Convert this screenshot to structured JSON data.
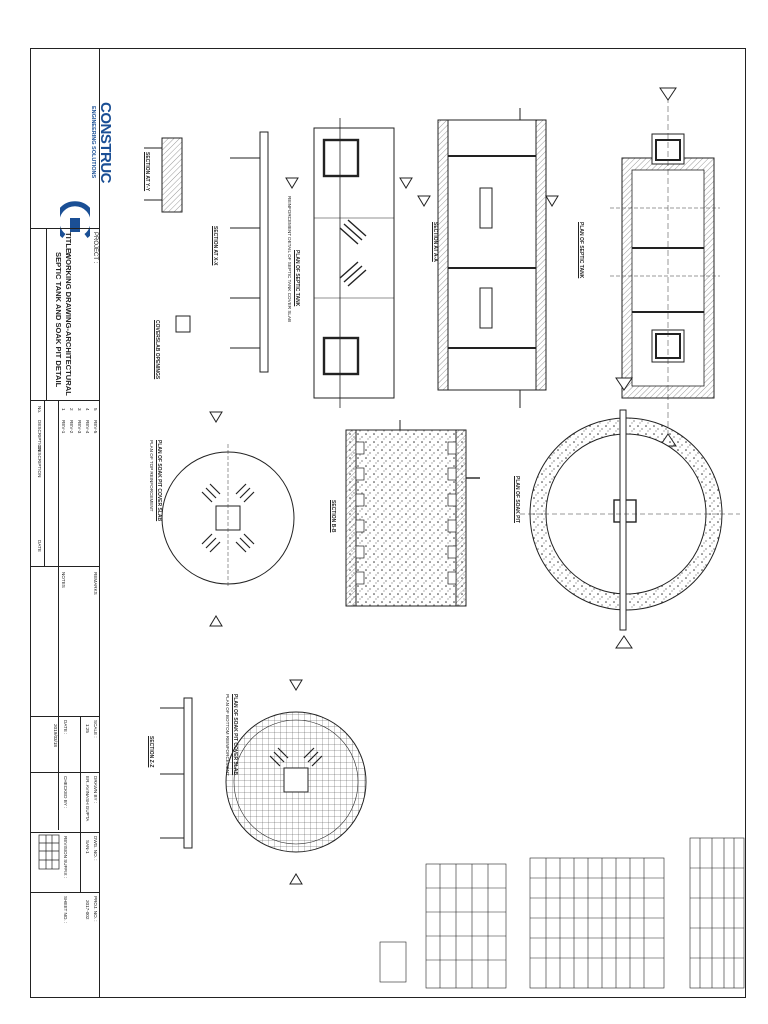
{
  "logo": {
    "word": "CONSTRUC",
    "sub": "ENGINEERING SOLUTIONS",
    "accent": "#1a4f95"
  },
  "title_block": {
    "project_label": "PROJECT :",
    "title_label": "TITLE:",
    "title": "WORKING DRAWING-ARCHITECTURAL",
    "subtitle": "SEPTIC TANK AND SOAK PIT DETAIL",
    "revisions": [
      {
        "no": "5",
        "desc": "REV-5"
      },
      {
        "no": "4",
        "desc": "REV-4"
      },
      {
        "no": "3",
        "desc": "REV-3"
      },
      {
        "no": "2",
        "desc": "REV-2"
      },
      {
        "no": "1",
        "desc": "REV-1"
      }
    ],
    "rev_header": {
      "no": "No.",
      "description": "DESCRIPTION",
      "date": "DATE"
    },
    "remarks_label": "REMARKS",
    "notes_label": "NOTES",
    "scale_label": "SCALE :",
    "scale": "1:25",
    "date_label": "DATE :",
    "date": "2019/03/18",
    "drawn_label": "DRAWN BY :",
    "drawn": "ER. AVINASH GUPTA",
    "checked_label": "CHECKED BY :",
    "dwg_label": "DWG. NO. :",
    "dwg": "SAN-1",
    "revision_label": "REVISION SUFFIX :",
    "project_no_label": "PROJ. NO. :",
    "project_no": "2017-002",
    "sheet_label": "SHEET NO. :"
  },
  "captions": {
    "plan_septic": "PLAN OF SEPTIC TANK",
    "section_aa": "SECTION AT A-A",
    "plan_reinf": "PLAN OF SEPTIC TANK",
    "plan_reinf_sub": "REINFORCEMENT DETAIL OF SEPTIC TANK COVER SLAB",
    "section_xx": "SECTION AT X-X",
    "section_yy": "SECTION AT Y-Y",
    "coverslab_plan": "COVERSLAB OPENINGS",
    "plan_soak": "PLAN OF SOAK PIT",
    "section_bb": "SECTION B-B",
    "soak_cover": "PLAN OF SOAK PIT COVER SLAB",
    "soak_cover_sub": "PLAN OF TOP REINFORCEMENT",
    "soak_bottom": "PLAN OF SOAK PIT COVER SLAB",
    "soak_bottom_sub": "PLAN OF BOTTOM REINFORCEMENT",
    "section_zz": "SECTION Z-Z"
  }
}
